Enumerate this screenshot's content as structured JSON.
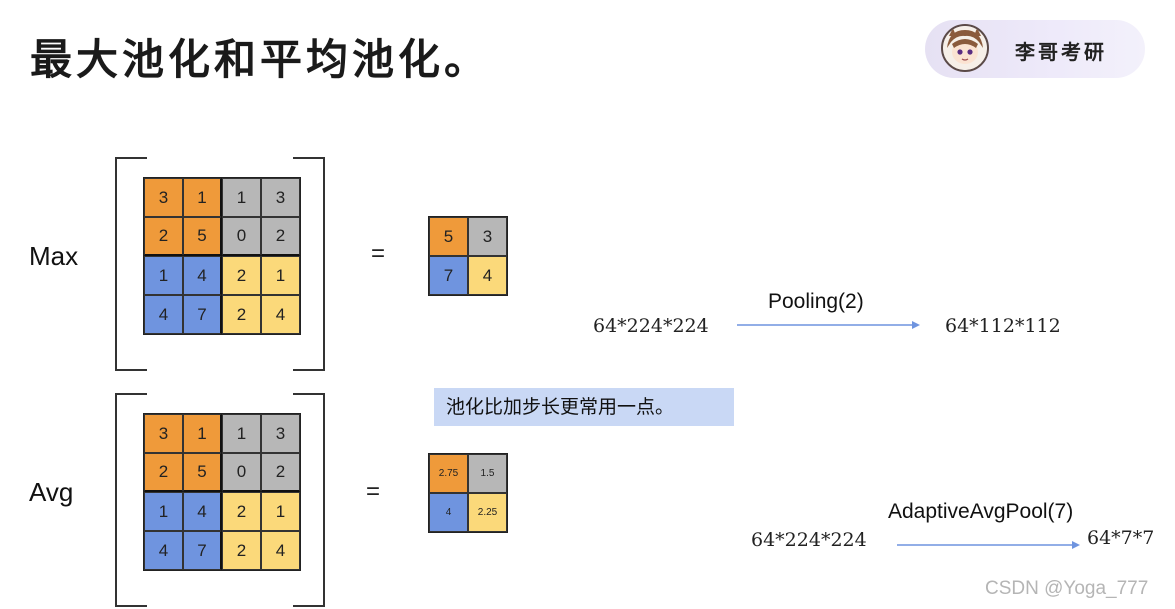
{
  "title": "最大池化和平均池化。",
  "badge": {
    "name": "李哥考研"
  },
  "max": {
    "label": "Max",
    "equals": "=",
    "input": [
      [
        {
          "v": "3",
          "c": "orange"
        },
        {
          "v": "1",
          "c": "orange"
        },
        {
          "v": "1",
          "c": "gray"
        },
        {
          "v": "3",
          "c": "gray"
        }
      ],
      [
        {
          "v": "2",
          "c": "orange"
        },
        {
          "v": "5",
          "c": "orange"
        },
        {
          "v": "0",
          "c": "gray"
        },
        {
          "v": "2",
          "c": "gray"
        }
      ],
      [
        {
          "v": "1",
          "c": "blue"
        },
        {
          "v": "4",
          "c": "blue"
        },
        {
          "v": "2",
          "c": "yellow"
        },
        {
          "v": "1",
          "c": "yellow"
        }
      ],
      [
        {
          "v": "4",
          "c": "blue"
        },
        {
          "v": "7",
          "c": "blue"
        },
        {
          "v": "2",
          "c": "yellow"
        },
        {
          "v": "4",
          "c": "yellow"
        }
      ]
    ],
    "output": [
      [
        {
          "v": "5",
          "c": "orange"
        },
        {
          "v": "3",
          "c": "gray"
        }
      ],
      [
        {
          "v": "7",
          "c": "blue"
        },
        {
          "v": "4",
          "c": "yellow"
        }
      ]
    ]
  },
  "avg": {
    "label": "Avg",
    "equals": "=",
    "input": [
      [
        {
          "v": "3",
          "c": "orange"
        },
        {
          "v": "1",
          "c": "orange"
        },
        {
          "v": "1",
          "c": "gray"
        },
        {
          "v": "3",
          "c": "gray"
        }
      ],
      [
        {
          "v": "2",
          "c": "orange"
        },
        {
          "v": "5",
          "c": "orange"
        },
        {
          "v": "0",
          "c": "gray"
        },
        {
          "v": "2",
          "c": "gray"
        }
      ],
      [
        {
          "v": "1",
          "c": "blue"
        },
        {
          "v": "4",
          "c": "blue"
        },
        {
          "v": "2",
          "c": "yellow"
        },
        {
          "v": "1",
          "c": "yellow"
        }
      ],
      [
        {
          "v": "4",
          "c": "blue"
        },
        {
          "v": "7",
          "c": "blue"
        },
        {
          "v": "2",
          "c": "yellow"
        },
        {
          "v": "4",
          "c": "yellow"
        }
      ]
    ],
    "output": [
      [
        {
          "v": "2.75",
          "c": "orange"
        },
        {
          "v": "1.5",
          "c": "gray"
        }
      ],
      [
        {
          "v": "4",
          "c": "blue"
        },
        {
          "v": "2.25",
          "c": "yellow"
        }
      ]
    ]
  },
  "note": "池化比加步长更常用一点。",
  "pooling": {
    "from": "64*224*224",
    "op": "Pooling(2)",
    "to": "64*112*112"
  },
  "adaptive": {
    "from": "64*224*224",
    "op": "AdaptiveAvgPool(7)",
    "to": "64*7*7"
  },
  "colors": {
    "orange": "#ef9a3a",
    "gray": "#b7b7b7",
    "blue": "#6f94df",
    "yellow": "#fbd97a",
    "arrow": "#6f94df"
  },
  "watermark": "CSDN @Yoga_777"
}
